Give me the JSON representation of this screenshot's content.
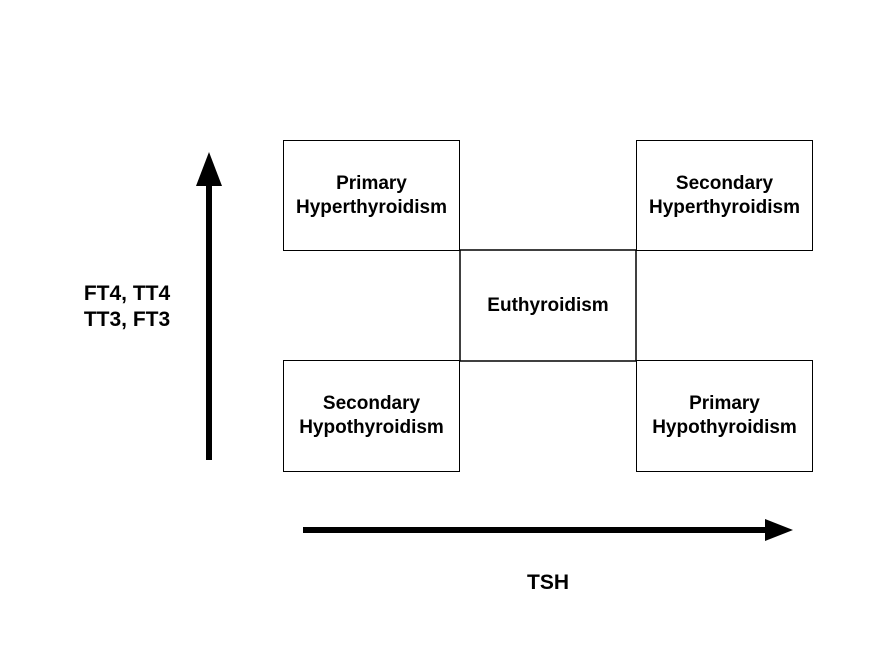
{
  "diagram": {
    "boxes": {
      "top_left": {
        "line1": "Primary",
        "line2": "Hyperthyroidism"
      },
      "top_right": {
        "line1": "Secondary",
        "line2": "Hyperthyroidism"
      },
      "center": {
        "line1": "Euthyroidism"
      },
      "bottom_left": {
        "line1": "Secondary",
        "line2": "Hypothyroidism"
      },
      "bottom_right": {
        "line1": "Primary",
        "line2": "Hypothyroidism"
      }
    },
    "y_axis": {
      "line1": "FT4, TT4",
      "line2": "TT3, FT3"
    },
    "x_axis": {
      "label": "TSH"
    }
  }
}
